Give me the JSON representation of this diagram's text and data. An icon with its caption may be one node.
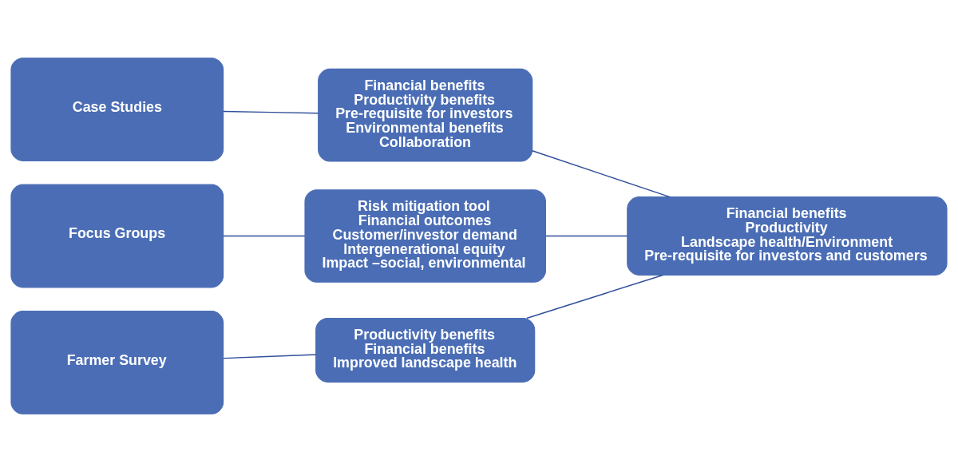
{
  "diagram": {
    "nodes": [
      {
        "text": [
          "Case Studies"
        ]
      },
      {
        "text": [
          "Focus Groups"
        ]
      },
      {
        "text": [
          "Farmer Survey"
        ]
      },
      {
        "text": [
          "Financial benefits",
          "Productivity benefits",
          "Pre-requisite for investors",
          "Environmental benefits",
          "Collaboration"
        ]
      },
      {
        "text": [
          "Risk mitigation tool",
          "Financial outcomes",
          "Customer/investor demand",
          "Intergenerational equity",
          "Impact –social, environmental"
        ]
      },
      {
        "text": [
          "Productivity benefits",
          "Financial benefits",
          "Improved landscape health"
        ]
      },
      {
        "text": [
          "Financial benefits",
          "Productivity",
          "Landscape health/Environment",
          "Pre-requisite for investors and customers"
        ]
      }
    ],
    "edges": [
      {
        "from": 0,
        "to": 3,
        "arrow": "none"
      },
      {
        "from": 1,
        "to": 4,
        "arrow": "none"
      },
      {
        "from": 2,
        "to": 5,
        "arrow": "none"
      },
      {
        "from": 3,
        "to": 6,
        "arrow": "none"
      },
      {
        "from": 4,
        "to": 6,
        "arrow": "none"
      },
      {
        "from": 5,
        "to": 6,
        "arrow": "none"
      }
    ]
  }
}
